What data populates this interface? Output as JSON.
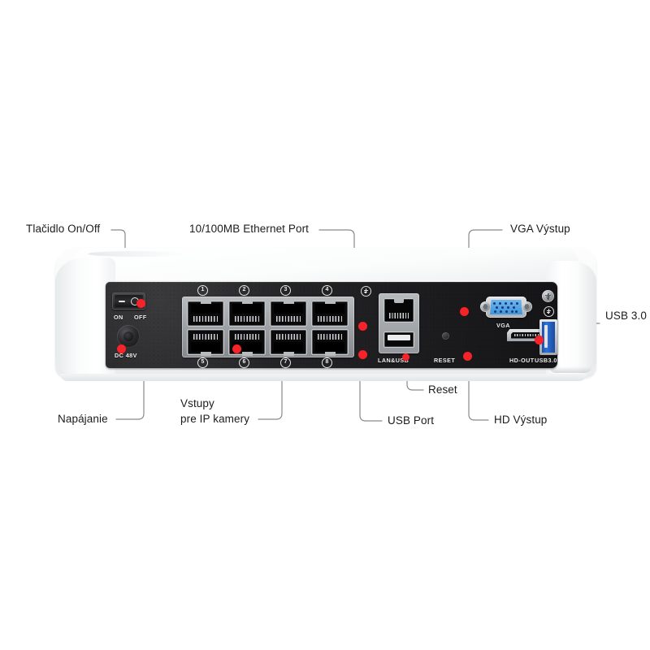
{
  "diagram": {
    "title": "NVR rear panel annotated diagram",
    "language": "sk",
    "leader_color": "#8a8a8a",
    "marker_color": "#f5232a"
  },
  "callouts": [
    {
      "id": "power-switch",
      "label": "Tlačidlo On/Off",
      "target": "rocker-switch"
    },
    {
      "id": "ethernet",
      "label": "10/100MB Ethernet Port",
      "target": "rj45-bank"
    },
    {
      "id": "vga",
      "label": "VGA Výstup",
      "target": "vga-port"
    },
    {
      "id": "usb3",
      "label": "USB 3.0",
      "target": "usb3-port"
    },
    {
      "id": "power-in",
      "label": "Napájanie",
      "target": "dc-jack"
    },
    {
      "id": "camera-inputs",
      "label_line1": "Vstupy",
      "label_line2": "pre IP kamery",
      "target": "rj45-port-8"
    },
    {
      "id": "usb-port",
      "label": "USB Port",
      "target": "lan-usb-module"
    },
    {
      "id": "reset",
      "label": "Reset",
      "target": "reset-button"
    },
    {
      "id": "hd-out",
      "label": "HD Výstup",
      "target": "hdmi-port"
    }
  ],
  "panel": {
    "silkscreen": {
      "on": "ON",
      "off": "OFF",
      "dc": "DC 48V",
      "lan_usb": "LAN&USB",
      "reset": "RESET",
      "vga": "VGA",
      "hd_out": "HD-OUT",
      "usb3": "USB3.0"
    },
    "rj45_numbers_top": [
      "1",
      "2",
      "3",
      "4"
    ],
    "rj45_numbers_bottom": [
      "5",
      "6",
      "7",
      "8"
    ],
    "switch_symbols": {
      "on": "—",
      "off": "○"
    }
  },
  "colors": {
    "chassis_white": "#fafbfb",
    "panel_black": "#17171a",
    "vga_blue": "#3f95da",
    "usb3_blue": "#2f74d6",
    "metal_silver": "#b9bcbf",
    "marker_red": "#f5232a"
  }
}
